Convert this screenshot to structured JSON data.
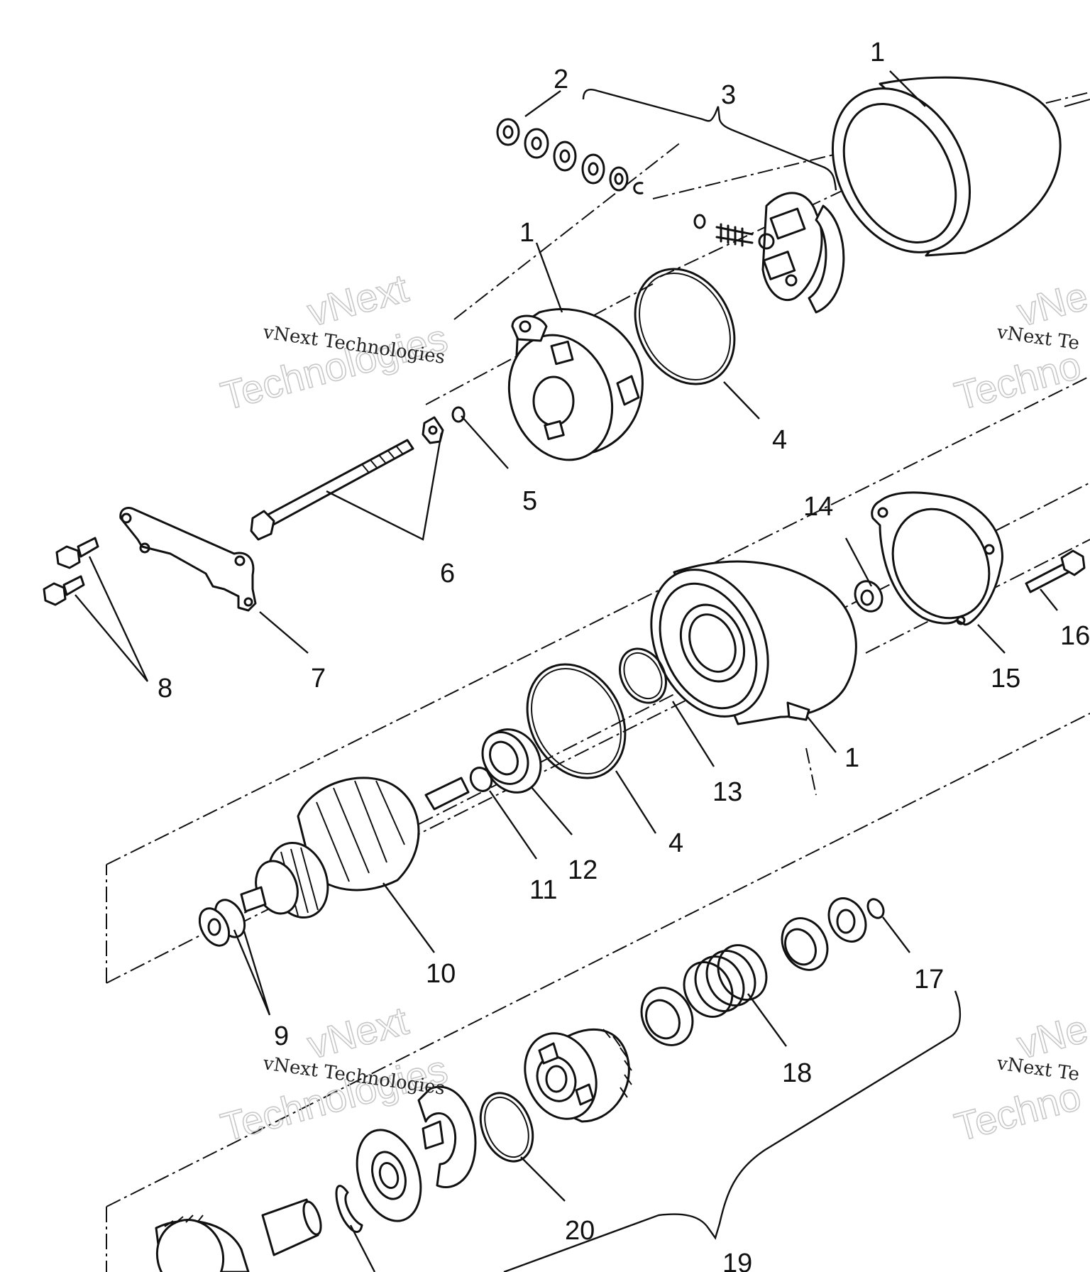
{
  "callouts": {
    "c1a": "1",
    "c2": "2",
    "c3": "3",
    "c1b": "1",
    "c4a": "4",
    "c5": "5",
    "c6": "6",
    "c7": "7",
    "c8": "8",
    "c14": "14",
    "c16": "16",
    "c15": "15",
    "c1c": "1",
    "c13": "13",
    "c4b": "4",
    "c12": "12",
    "c11": "11",
    "c10": "10",
    "c9": "9",
    "c17": "17",
    "c18": "18",
    "c20": "20",
    "c19": "19"
  },
  "watermark": {
    "small": "vNext Technologies",
    "big_top": "vNext",
    "big_bottom": "Technologies",
    "partial_small": "vNext Te",
    "partial_bottom": "Techno",
    "partial_top": "vNe"
  }
}
